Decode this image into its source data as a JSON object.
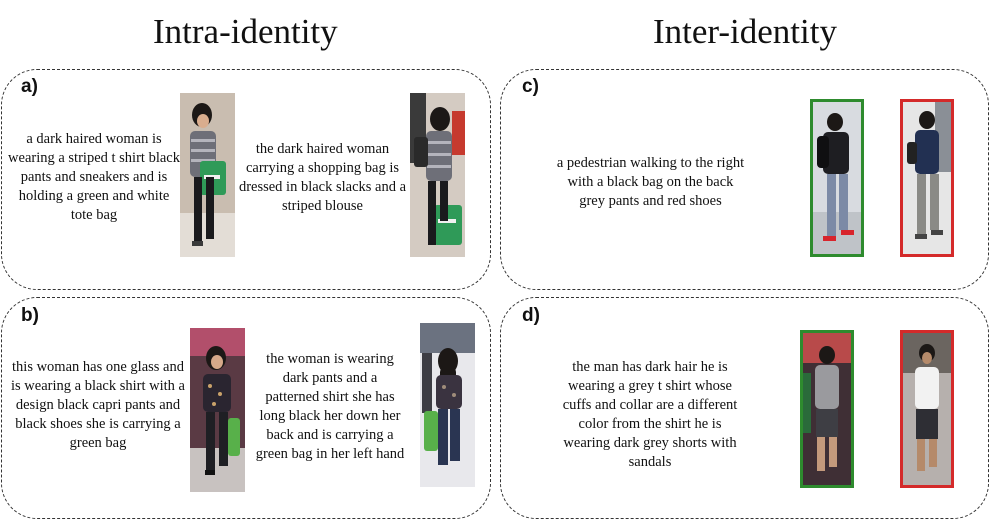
{
  "headings": {
    "intra": "Intra-identity",
    "inter": "Inter-identity"
  },
  "panels": {
    "a": {
      "label": "a)",
      "caption_left": "a dark haired woman is wearing a striped t shirt black pants and sneakers and is holding a green and white tote bag",
      "caption_right": "the dark haired woman carrying a shopping bag is dressed in black slacks and a striped blouse"
    },
    "b": {
      "label": "b)",
      "caption_left": "this woman has one glass and is wearing a black shirt with a design black capri pants and black shoes she is carrying a green bag",
      "caption_right": "the woman is wearing dark pants and a patterned shirt she has long black her down her back and is carrying a green bag in her left hand"
    },
    "c": {
      "label": "c)",
      "caption": "a pedestrian walking to the right with a black bag on the back grey pants and red shoes"
    },
    "d": {
      "label": "d)",
      "caption": "the man has dark hair he is wearing a grey t shirt whose cuffs and collar are a different color from the shirt he is wearing dark grey shorts with sandals"
    }
  },
  "colors": {
    "match_frame": "#2e8b2e",
    "mismatch_frame": "#d42a2a"
  }
}
